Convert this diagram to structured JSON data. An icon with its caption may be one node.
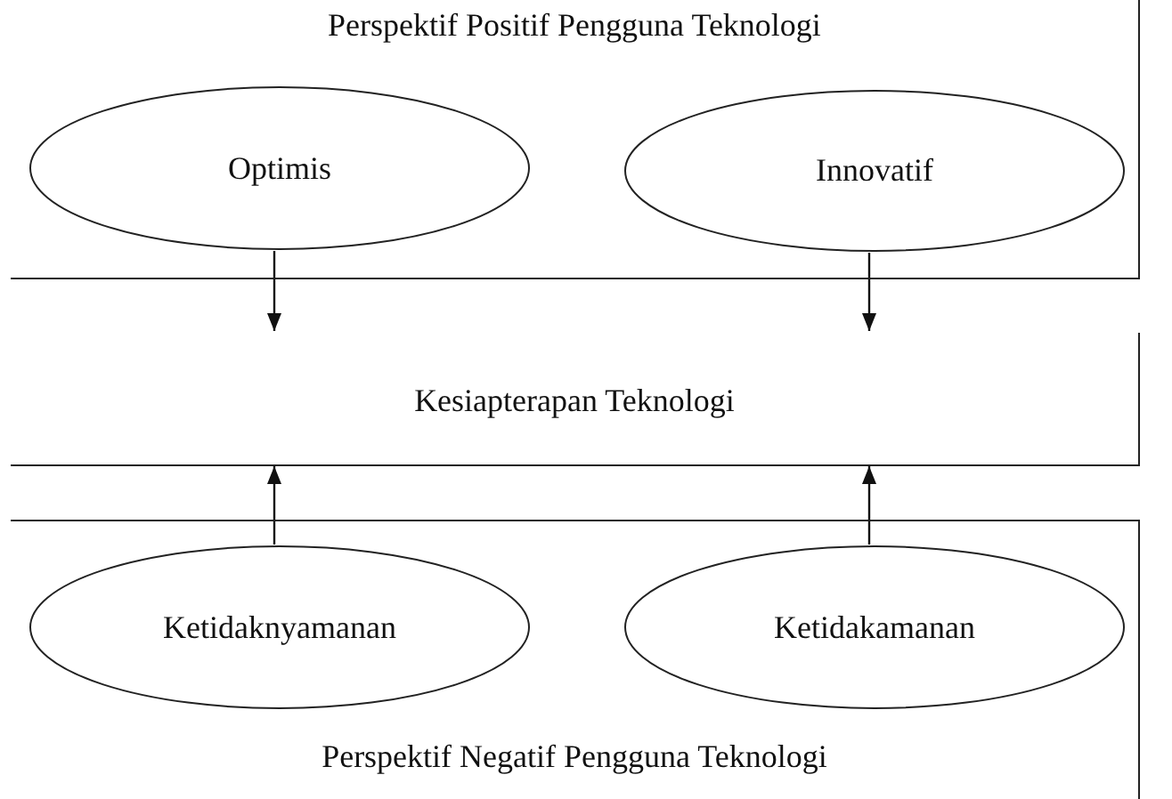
{
  "diagram": {
    "nodes": [
      {
        "text": [
          "Perspektif Positif Pengguna Teknologi"
        ]
      },
      {
        "text": [
          "Optimis"
        ],
        "in": 0
      },
      {
        "text": [
          "Innovatif"
        ],
        "in": 0
      },
      {
        "text": [
          "Kesiapterapan Teknologi"
        ]
      },
      {
        "text": [
          "Perspektif Negatif Pengguna Teknologi"
        ]
      },
      {
        "text": [
          "Ketidaknyamanan"
        ],
        "in": 4
      },
      {
        "text": [
          "Ketidakamanan"
        ],
        "in": 4
      }
    ],
    "edges": [
      {
        "from": 1,
        "to": 3,
        "arrow": "to"
      },
      {
        "from": 2,
        "to": 3,
        "arrow": "to"
      },
      {
        "from": 5,
        "to": 3,
        "arrow": "to"
      },
      {
        "from": 6,
        "to": 3,
        "arrow": "to"
      }
    ]
  }
}
